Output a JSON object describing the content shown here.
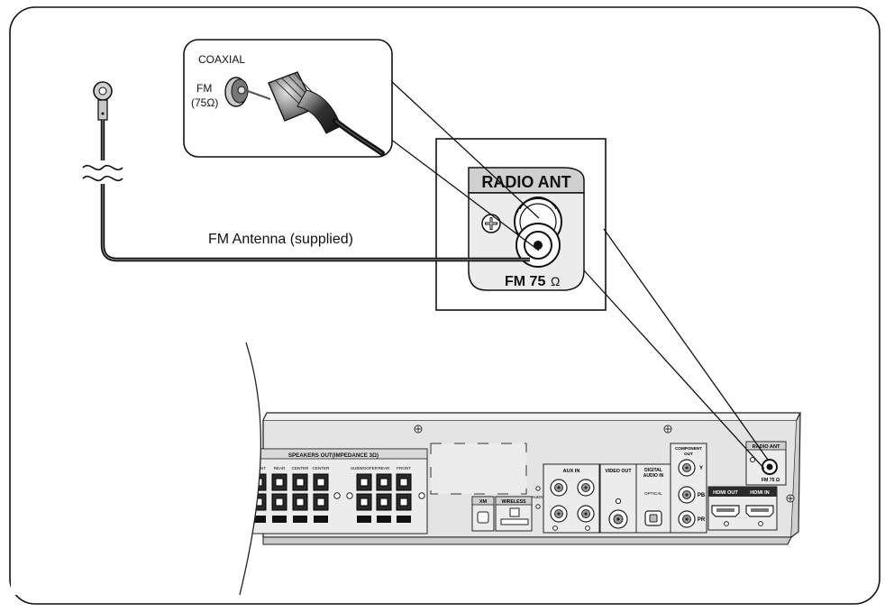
{
  "callout": {
    "coaxial_label": "COAXIAL",
    "fm_label": "FM",
    "ohm_label": "(75Ω)"
  },
  "antenna": {
    "label": "FM Antenna (supplied)"
  },
  "zoom": {
    "header": "RADIO ANT",
    "fm_label": "FM 75",
    "ohm_symbol": "Ω"
  },
  "panel": {
    "speakers_header": "SPEAKERS OUT(IMPEDANCE 3Ω)",
    "sp_front_l": "FRONT",
    "sp_rear_l": "REAR",
    "sp_center_1": "CENTER",
    "sp_center_2": "CENTER",
    "sp_subwoofer": "SUBWOOFER",
    "sp_rear_r": "REAR",
    "sp_front_r": "FRONT",
    "xm": "XM",
    "wireless": "WIRELESS",
    "audio": "AUDIO",
    "aux_in": "AUX IN",
    "video_out": "VIDEO OUT",
    "digital_1": "DIGITAL",
    "digital_2": "AUDIO IN",
    "optical": "OPTICAL",
    "component_1": "COMPONENT",
    "component_2": "OUT",
    "comp_y": "Y",
    "comp_pb": "PB",
    "comp_pr": "PR",
    "hdmi_out": "HDMI OUT",
    "hdmi_in": "HDMI IN",
    "radio_ant": "RADIO ANT",
    "radio_fm": "FM 75 Ω"
  }
}
